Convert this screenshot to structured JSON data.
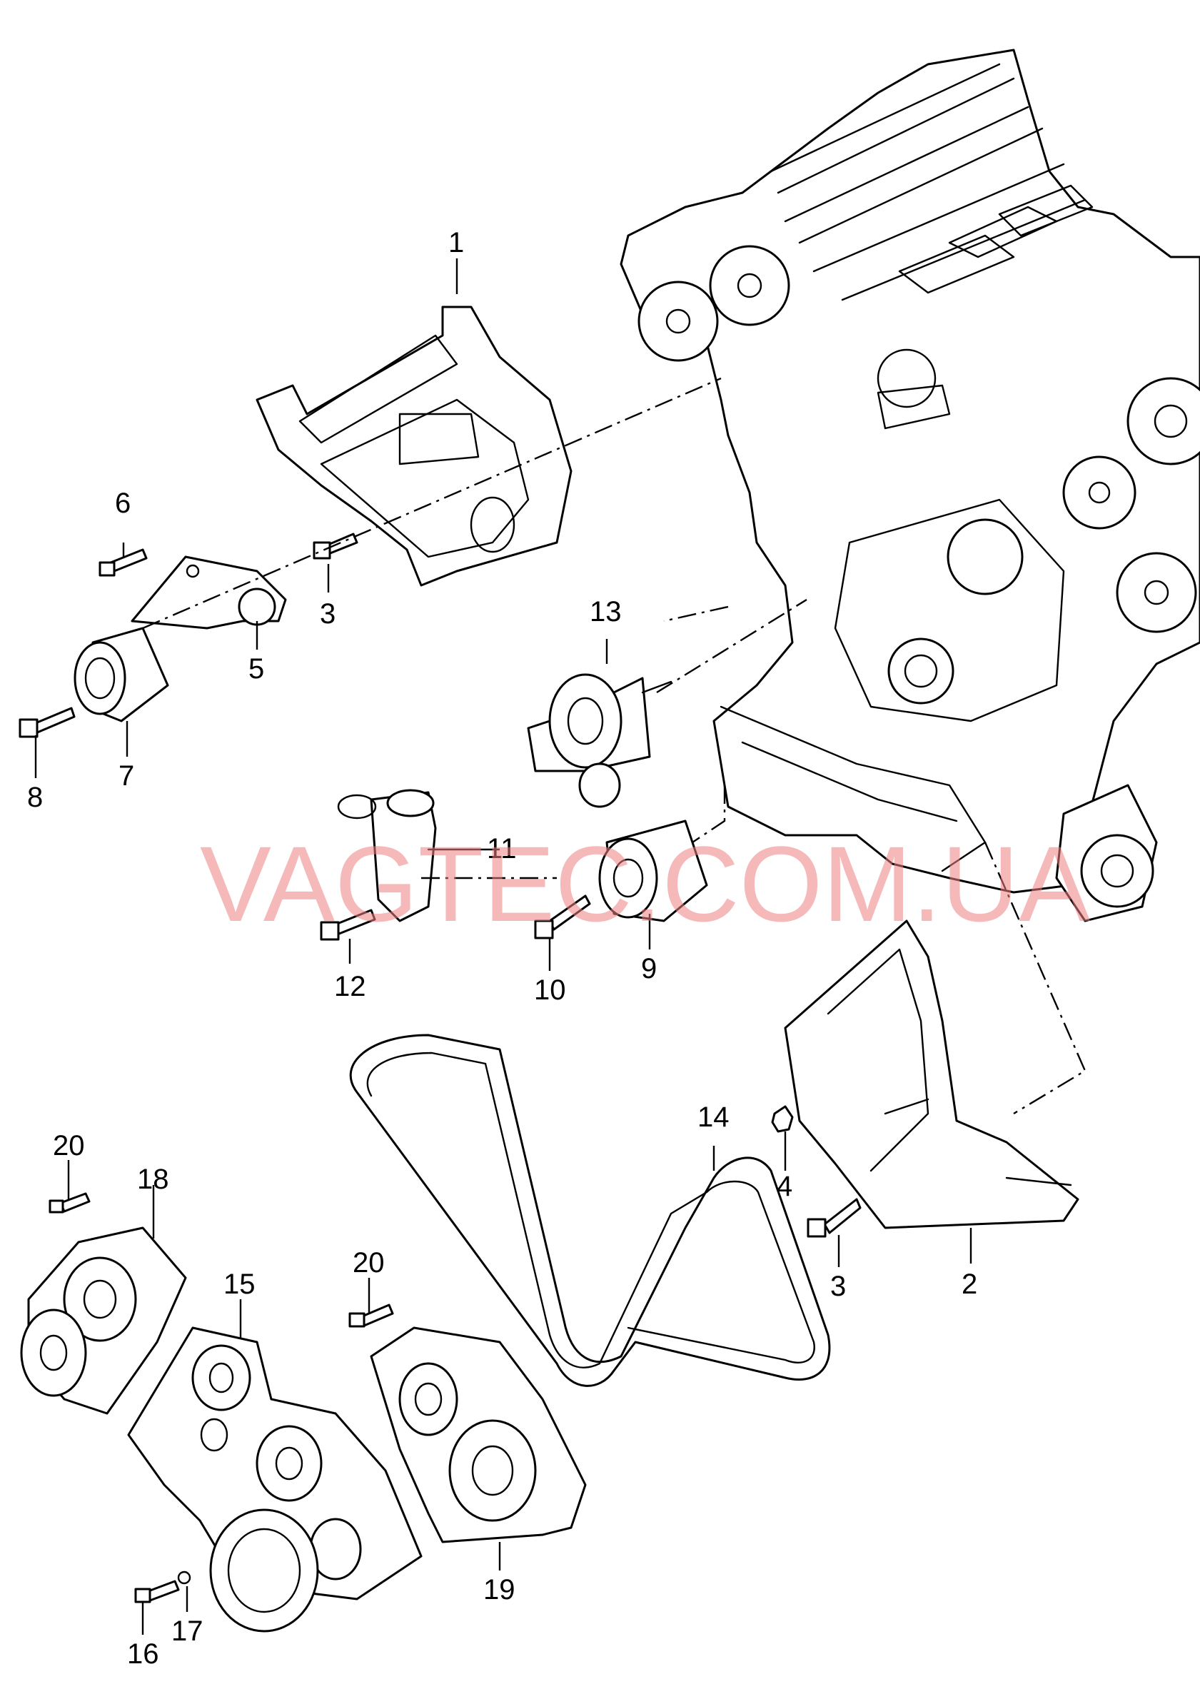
{
  "watermark": "VAGTEC.COM.UA",
  "callouts": [
    {
      "id": "1",
      "text": "1"
    },
    {
      "id": "2",
      "text": "2"
    },
    {
      "id": "3a",
      "text": "3"
    },
    {
      "id": "3b",
      "text": "3"
    },
    {
      "id": "4",
      "text": "4"
    },
    {
      "id": "5",
      "text": "5"
    },
    {
      "id": "6",
      "text": "6"
    },
    {
      "id": "7",
      "text": "7"
    },
    {
      "id": "8",
      "text": "8"
    },
    {
      "id": "9",
      "text": "9"
    },
    {
      "id": "10",
      "text": "10"
    },
    {
      "id": "11",
      "text": "11"
    },
    {
      "id": "12",
      "text": "12"
    },
    {
      "id": "13",
      "text": "13"
    },
    {
      "id": "14",
      "text": "14"
    },
    {
      "id": "15",
      "text": "15"
    },
    {
      "id": "16",
      "text": "16"
    },
    {
      "id": "17",
      "text": "17"
    },
    {
      "id": "18",
      "text": "18"
    },
    {
      "id": "19",
      "text": "19"
    },
    {
      "id": "20a",
      "text": "20"
    },
    {
      "id": "20b",
      "text": "20"
    }
  ]
}
